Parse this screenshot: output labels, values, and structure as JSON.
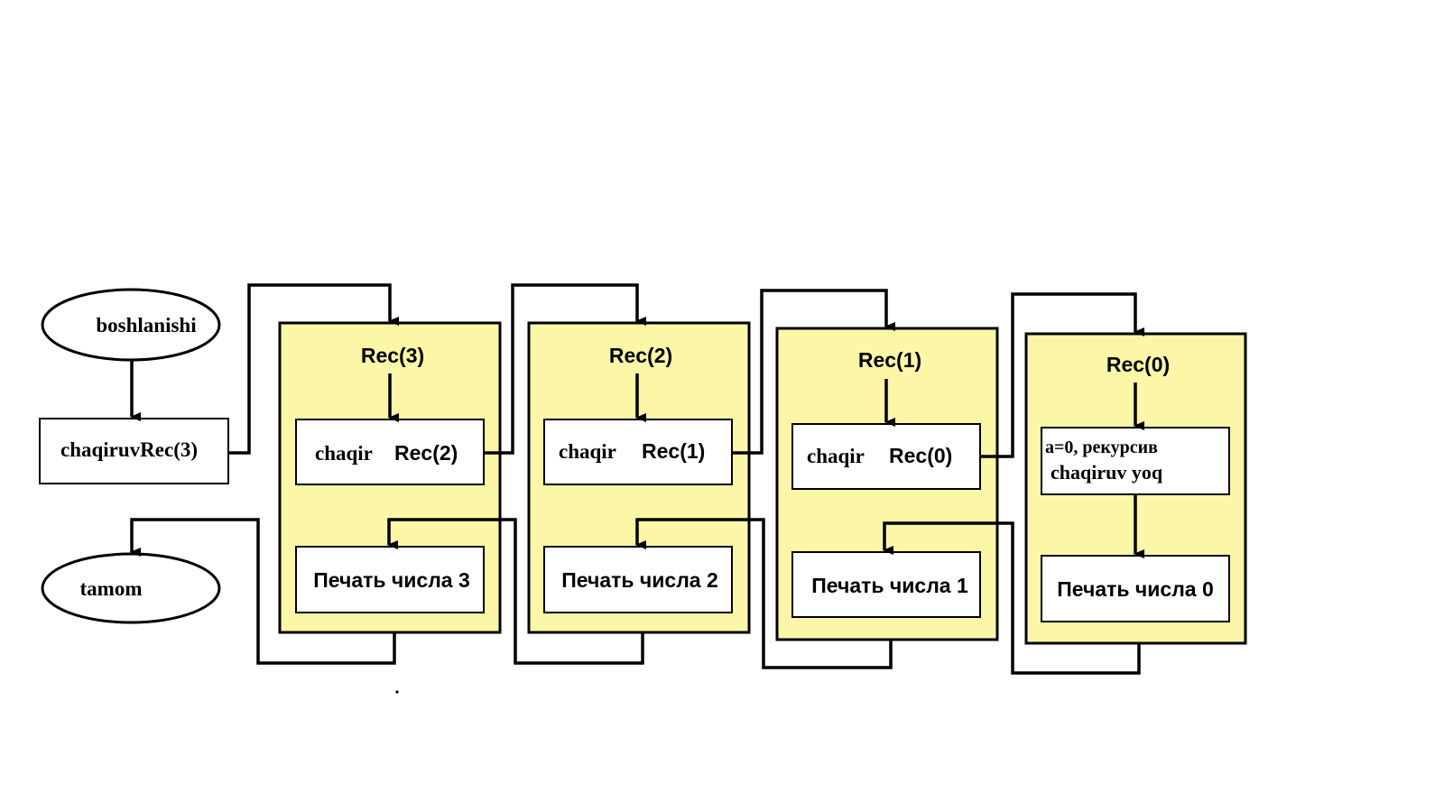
{
  "colors": {
    "frame_fill": "#fbf7a6",
    "stroke": "#000000",
    "box_fill": "#ffffff"
  },
  "start": {
    "label": "boshlanishi"
  },
  "end": {
    "label": "tamom"
  },
  "main_call": {
    "label": "chaqiruvRec(3)"
  },
  "frames": [
    {
      "title": "Rec(3)",
      "call_word": "chaqir",
      "call_target": "Rec(2)",
      "print_label": "Печать числа 3"
    },
    {
      "title": "Rec(2)",
      "call_word": "chaqir",
      "call_target": "Rec(1)",
      "print_label": "Печать числа 2"
    },
    {
      "title": "Rec(1)",
      "call_word": "chaqir",
      "call_target": "Rec(0)",
      "print_label": "Печать числа 1"
    },
    {
      "title": "Rec(0)",
      "base_line1": "a=0, рекурсив",
      "base_line2": "chaqiruv  yoq",
      "print_label": "Печать числа 0"
    }
  ]
}
